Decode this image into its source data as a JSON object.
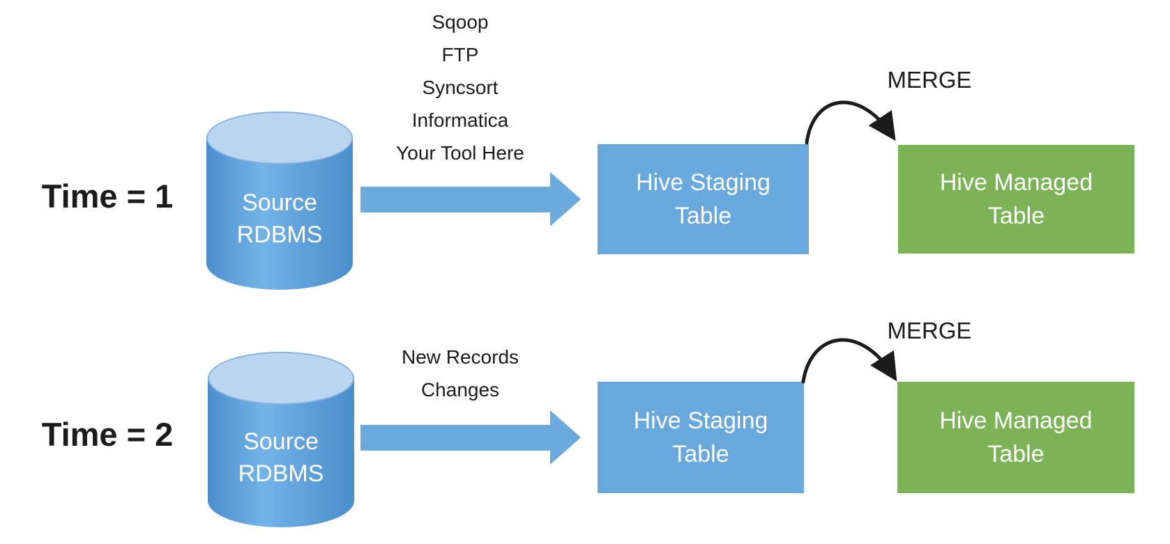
{
  "colors": {
    "box_blue": "#68a8dc",
    "box_green": "#7cb356",
    "arrow_blue": "#6aaadd",
    "cylinder_dark": "#4b8ecd",
    "cylinder_mid": "#5d9fd8",
    "cylinder_light": "#74b3e6",
    "cylinder_top": "#b9d5f1",
    "ink": "#1b1b1b",
    "box_text": "#ffffff"
  },
  "icons": {
    "flow_arrow": "right-block-arrow",
    "merge_arrow": "curved-arc-arrow"
  },
  "rows": [
    {
      "time_label": "Time = 1",
      "source": {
        "line1": "Source",
        "line2": "RDBMS"
      },
      "arrow_labels": [
        "Sqoop",
        "FTP",
        "Syncsort",
        "Informatica",
        "Your Tool Here"
      ],
      "staging": {
        "line1": "Hive Staging",
        "line2": "Table"
      },
      "merge_label": "MERGE",
      "managed": {
        "line1": "Hive Managed",
        "line2": "Table"
      }
    },
    {
      "time_label": "Time = 2",
      "source": {
        "line1": "Source",
        "line2": "RDBMS"
      },
      "arrow_labels": [
        "New Records",
        "Changes"
      ],
      "staging": {
        "line1": "Hive Staging",
        "line2": "Table"
      },
      "merge_label": "MERGE",
      "managed": {
        "line1": "Hive Managed",
        "line2": "Table"
      }
    }
  ]
}
